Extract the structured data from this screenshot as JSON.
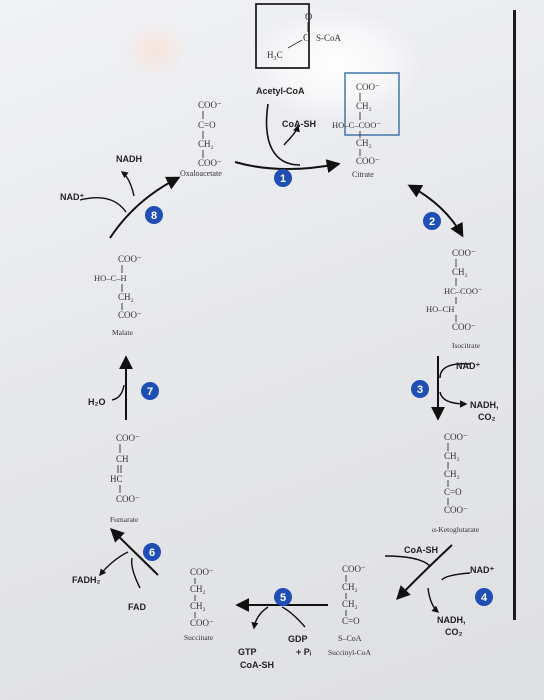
{
  "acetyl_coa": {
    "label": "Acetyl-CoA",
    "struct_top": "O",
    "struct_c": "C",
    "struct_s": "S-CoA",
    "struct_ch3": "H₃C"
  },
  "coash_top": "CoA-SH",
  "oxaloacetate": {
    "name": "Oxaloacetate",
    "l1": "COO⁻",
    "l2": "C=O",
    "l3": "CH₂",
    "l4": "COO⁻"
  },
  "citrate": {
    "name": "Citrate",
    "l1": "COO⁻",
    "l2": "CH₂",
    "l3": "HO–C–COO⁻",
    "l4": "CH₂",
    "l5": "COO⁻"
  },
  "isocitrate": {
    "name": "Isocitrate",
    "l1": "COO⁻",
    "l2": "CH₂",
    "l3": "HC–COO⁻",
    "l4": "HO–CH",
    "l5": "COO⁻"
  },
  "ketoglutarate": {
    "name": "α-Ketoglutarate",
    "l1": "COO⁻",
    "l2": "CH₂",
    "l3": "CH₂",
    "l4": "C=O",
    "l5": "COO⁻"
  },
  "succinyl_coa": {
    "name": "Succinyl-CoA",
    "l1": "COO⁻",
    "l2": "CH₂",
    "l3": "CH₂",
    "l4": "C=O",
    "l5": "S–CoA"
  },
  "succinate": {
    "name": "Succinate",
    "l1": "COO⁻",
    "l2": "CH₂",
    "l3": "CH₂",
    "l4": "COO⁻"
  },
  "fumarate": {
    "name": "Fumarate",
    "l1": "COO⁻",
    "l2": "CH",
    "l3": "HC",
    "l4": "COO⁻"
  },
  "malate": {
    "name": "Malate",
    "l1": "COO⁻",
    "l2": "HO–C–H",
    "l3": "CH₂",
    "l4": "COO⁻"
  },
  "steps": [
    "1",
    "2",
    "3",
    "4",
    "5",
    "6",
    "7",
    "8"
  ],
  "cofactors": {
    "nadh_8": "NADH",
    "nad_8": "NAD⁺",
    "nad_3": "NAD⁺",
    "nadh_3": "NADH,",
    "co2_3": "CO₂",
    "coash_4": "CoA-SH",
    "nad_4": "NAD⁺",
    "nadh_4": "NADH,",
    "co2_4": "CO₂",
    "gdp_5": "GDP",
    "pi_5": "+ Pᵢ",
    "gtp_5": "GTP",
    "coash_5": "CoA-SH",
    "fadh2_6": "FADH₂",
    "fad_6": "FAD",
    "h2o_7": "H₂O"
  },
  "colors": {
    "step_circle": "#1f4fb5",
    "highlight_box": "#4a7fb0",
    "ink": "#222222"
  }
}
